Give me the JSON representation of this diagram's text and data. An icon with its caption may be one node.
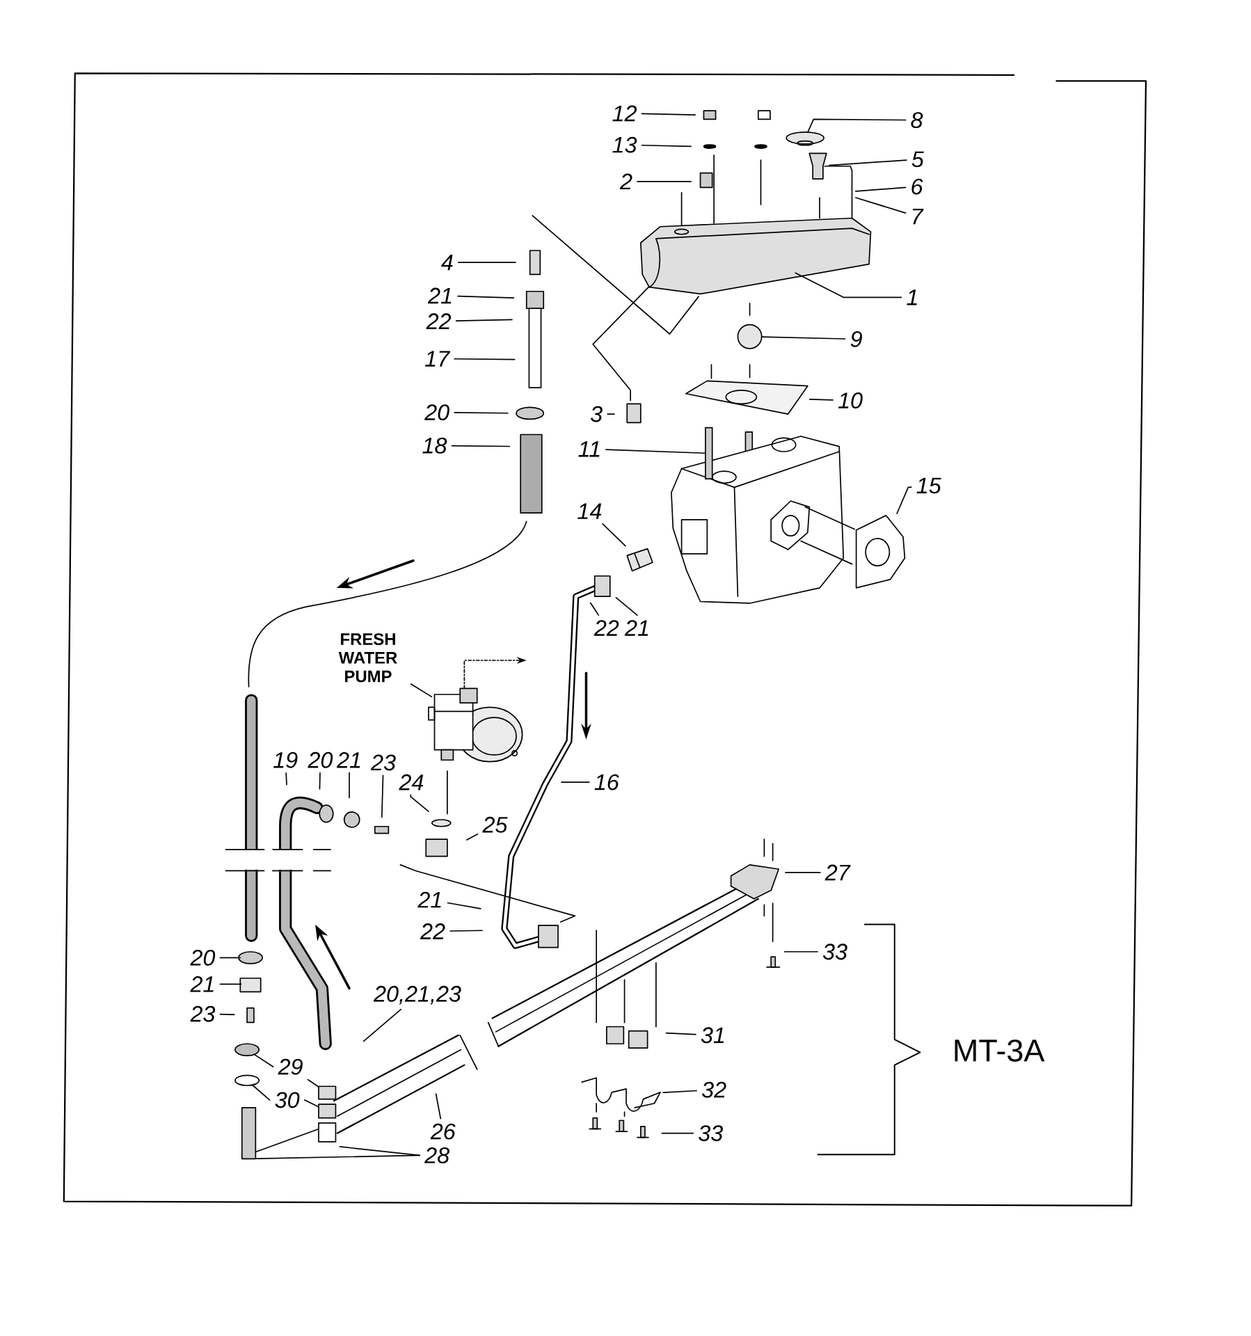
{
  "diagram": {
    "nodes": [
      {
        "text": [
          "12"
        ]
      },
      {
        "text": [
          "13"
        ]
      },
      {
        "text": [
          "2"
        ]
      },
      {
        "text": [
          "8"
        ]
      },
      {
        "text": [
          "5"
        ]
      },
      {
        "text": [
          "6"
        ]
      },
      {
        "text": [
          "7"
        ]
      },
      {
        "text": [
          "1"
        ]
      },
      {
        "text": [
          "4"
        ]
      },
      {
        "text": [
          "21"
        ]
      },
      {
        "text": [
          "22"
        ]
      },
      {
        "text": [
          "17"
        ]
      },
      {
        "text": [
          "9"
        ]
      },
      {
        "text": [
          "20"
        ]
      },
      {
        "text": [
          "3"
        ]
      },
      {
        "text": [
          "10"
        ]
      },
      {
        "text": [
          "18"
        ]
      },
      {
        "text": [
          "11"
        ]
      },
      {
        "text": [
          "15"
        ]
      },
      {
        "text": [
          "14"
        ]
      },
      {
        "text": [
          "22"
        ]
      },
      {
        "text": [
          "21"
        ]
      },
      {
        "text": [
          "FRESH WATER PUMP"
        ]
      },
      {
        "text": [
          "19"
        ]
      },
      {
        "text": [
          "20"
        ]
      },
      {
        "text": [
          "21"
        ]
      },
      {
        "text": [
          "23"
        ]
      },
      {
        "text": [
          "24"
        ]
      },
      {
        "text": [
          "25"
        ]
      },
      {
        "text": [
          "16"
        ]
      },
      {
        "text": [
          "21"
        ]
      },
      {
        "text": [
          "22"
        ]
      },
      {
        "text": [
          "27"
        ]
      },
      {
        "text": [
          "20"
        ]
      },
      {
        "text": [
          "21"
        ]
      },
      {
        "text": [
          "33"
        ]
      },
      {
        "text": [
          "23"
        ]
      },
      {
        "text": [
          "20,21,23"
        ]
      },
      {
        "text": [
          "31"
        ]
      },
      {
        "text": [
          "29"
        ]
      },
      {
        "text": [
          "32"
        ]
      },
      {
        "text": [
          "30"
        ]
      },
      {
        "text": [
          "26"
        ]
      },
      {
        "text": [
          "33"
        ]
      },
      {
        "text": [
          "28"
        ]
      },
      {
        "text": [],
        "shape": "circle"
      },
      {
        "text": [],
        "shape": "picture"
      },
      {
        "text": [],
        "shape": "picture"
      },
      {
        "text": [],
        "shape": "circle"
      },
      {
        "text": [],
        "shape": "picture"
      },
      {
        "text": [],
        "shape": "picture"
      },
      {
        "text": [],
        "shape": "circle"
      },
      {
        "text": [],
        "shape": "box"
      },
      {
        "text": [],
        "shape": "circle"
      },
      {
        "text": [],
        "shape": "box"
      },
      {
        "text": [],
        "shape": "circle"
      },
      {
        "text": [],
        "shape": "box"
      },
      {
        "text": [],
        "shape": "picture"
      },
      {
        "text": [],
        "shape": "picture"
      },
      {
        "text": [],
        "shape": "box"
      },
      {
        "text": [],
        "shape": "picture"
      },
      {
        "text": [],
        "shape": "picture"
      }
    ],
    "edges": [
      {
        "from": 0,
        "to": null,
        "arrow": "none"
      },
      {
        "from": 1,
        "to": null,
        "arrow": "none"
      },
      {
        "from": 2,
        "to": null,
        "arrow": "none"
      },
      {
        "from": 3,
        "to": 45,
        "arrow": "none"
      },
      {
        "from": 4,
        "to": 46,
        "arrow": "none"
      },
      {
        "from": 5,
        "to": 47,
        "arrow": "none"
      },
      {
        "from": 6,
        "to": 47,
        "arrow": "none"
      },
      {
        "from": 7,
        "to": 58,
        "arrow": "none"
      },
      {
        "from": 8,
        "to": null,
        "arrow": "none"
      },
      {
        "from": 9,
        "to": null,
        "arrow": "none"
      },
      {
        "from": 10,
        "to": null,
        "arrow": "none"
      },
      {
        "from": 11,
        "to": null,
        "arrow": "none"
      },
      {
        "from": 12,
        "to": 48,
        "arrow": "none"
      },
      {
        "from": 13,
        "to": null,
        "arrow": "none"
      },
      {
        "from": 14,
        "to": null,
        "arrow": "none"
      },
      {
        "from": 15,
        "to": 60,
        "arrow": "none"
      },
      {
        "from": 16,
        "to": null,
        "arrow": "none"
      },
      {
        "from": 17,
        "to": 59,
        "arrow": "none"
      },
      {
        "from": 18,
        "to": 61,
        "arrow": "none"
      },
      {
        "from": 19,
        "to": 49,
        "arrow": "none"
      },
      {
        "from": 20,
        "to": null,
        "arrow": "none"
      },
      {
        "from": 21,
        "to": null,
        "arrow": "none"
      },
      {
        "from": 22,
        "to": 50,
        "arrow": "none"
      },
      {
        "from": 23,
        "to": null,
        "arrow": "none"
      },
      {
        "from": 24,
        "to": null,
        "arrow": "none"
      },
      {
        "from": 25,
        "to": null,
        "arrow": "none"
      },
      {
        "from": 26,
        "to": null,
        "arrow": "none"
      },
      {
        "from": 27,
        "to": null,
        "arrow": "none"
      },
      {
        "from": 28,
        "to": null,
        "arrow": "none"
      },
      {
        "from": 29,
        "to": null,
        "arrow": "none"
      },
      {
        "from": 30,
        "to": null,
        "arrow": "none"
      },
      {
        "from": 31,
        "to": null,
        "arrow": "none"
      },
      {
        "from": 32,
        "to": null,
        "arrow": "none"
      },
      {
        "from": 33,
        "to": 51,
        "arrow": "none"
      },
      {
        "from": 34,
        "to": 52,
        "arrow": "none"
      },
      {
        "from": 35,
        "to": null,
        "arrow": "none"
      },
      {
        "from": 36,
        "to": null,
        "arrow": "none"
      },
      {
        "from": 37,
        "to": null,
        "arrow": "none"
      },
      {
        "from": 38,
        "to": null,
        "arrow": "none"
      },
      {
        "from": 39,
        "to": 53,
        "arrow": "none"
      },
      {
        "from": 39,
        "to": 54,
        "arrow": "none"
      },
      {
        "from": 40,
        "to": 57,
        "arrow": "none"
      },
      {
        "from": 41,
        "to": 55,
        "arrow": "none"
      },
      {
        "from": 41,
        "to": 56,
        "arrow": "none"
      },
      {
        "from": 42,
        "to": null,
        "arrow": "none"
      },
      {
        "from": 43,
        "to": null,
        "arrow": "none"
      },
      {
        "from": 44,
        "to": null,
        "arrow": "none"
      },
      {
        "from": 44,
        "to": null,
        "arrow": "none"
      }
    ],
    "labels": [
      "MT-3A"
    ]
  }
}
